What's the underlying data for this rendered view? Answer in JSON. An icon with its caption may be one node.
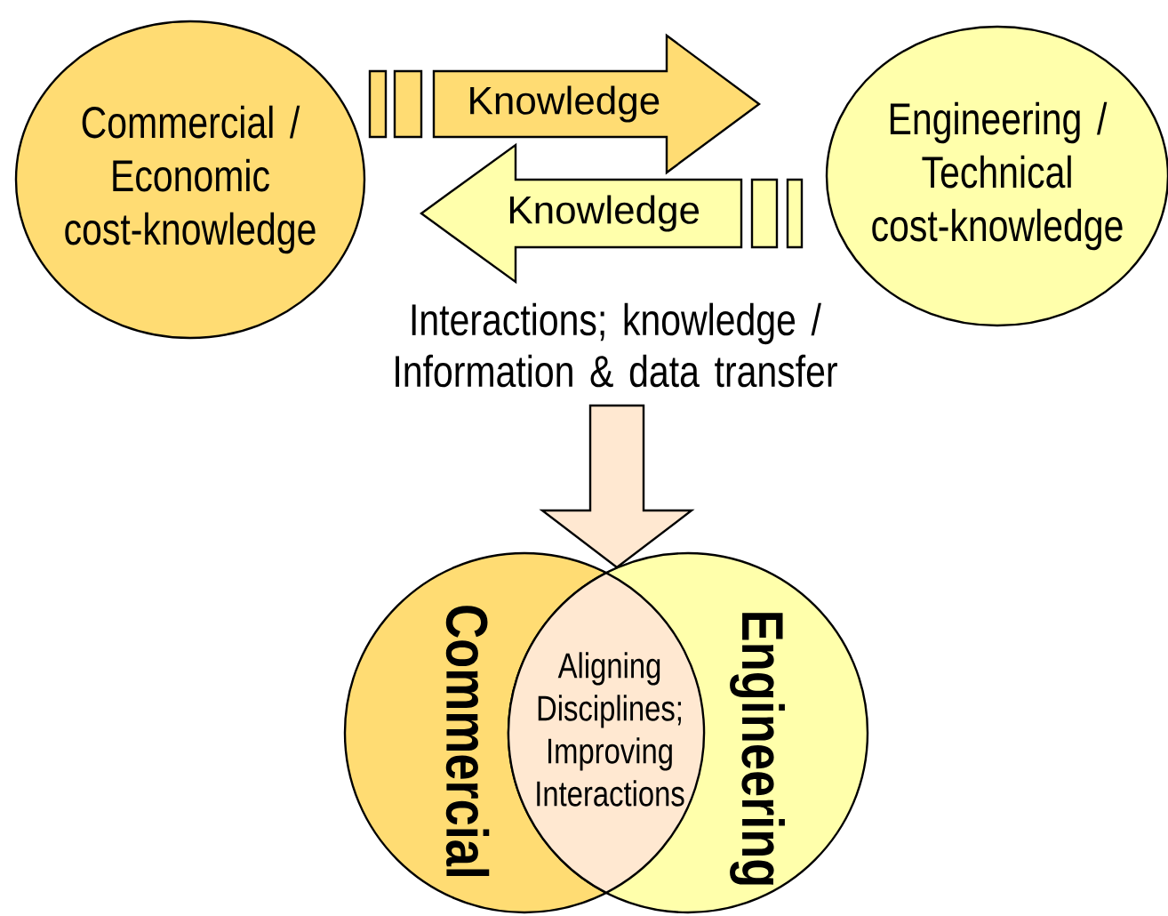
{
  "diagram": {
    "nodes": [
      {
        "text": [
          "Commercial / Economic cost-knowledge"
        ]
      },
      {
        "text": [
          "Engineering / Technical cost-knowledge"
        ]
      },
      {
        "text": [
          "Interactions; knowledge / Information & data transfer"
        ]
      },
      {
        "text": [
          "Commercial"
        ]
      },
      {
        "text": [
          "Engineering"
        ]
      },
      {
        "text": [
          "Aligning Disciplines; Improving Interactions"
        ]
      }
    ],
    "edges": [
      {
        "from": 0,
        "to": 1,
        "arrow": "to",
        "label": "Knowledge"
      },
      {
        "from": 1,
        "to": 0,
        "arrow": "to",
        "label": "Knowledge"
      },
      {
        "from": 2,
        "to": 5,
        "arrow": "to"
      }
    ]
  }
}
